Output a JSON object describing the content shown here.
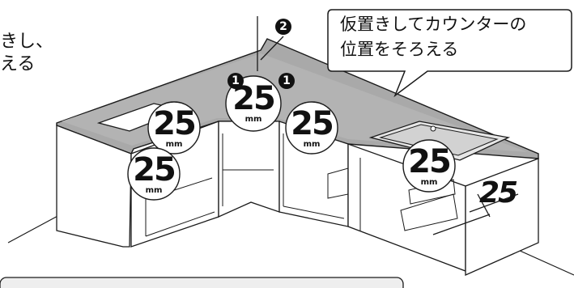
{
  "left_text": {
    "line1": "きし、",
    "line2": "える"
  },
  "callout": {
    "line1": "仮置きしてカウンターの",
    "line2": "位置をそろえる"
  },
  "markers": {
    "one": "1",
    "two": "2"
  },
  "badges": [
    {
      "value": "25",
      "unit": "mm"
    },
    {
      "value": "25",
      "unit": "mm"
    },
    {
      "value": "25",
      "unit": "mm"
    },
    {
      "value": "25",
      "unit": "mm"
    },
    {
      "value": "25",
      "unit": "mm"
    }
  ],
  "dimension_value": "25",
  "colors": {
    "countertop": "#a9a9a9",
    "line": "#1a1a1a",
    "badge_fill": "#ffffff",
    "floor": "#ffffff",
    "footer_box": "#eeeeee"
  }
}
